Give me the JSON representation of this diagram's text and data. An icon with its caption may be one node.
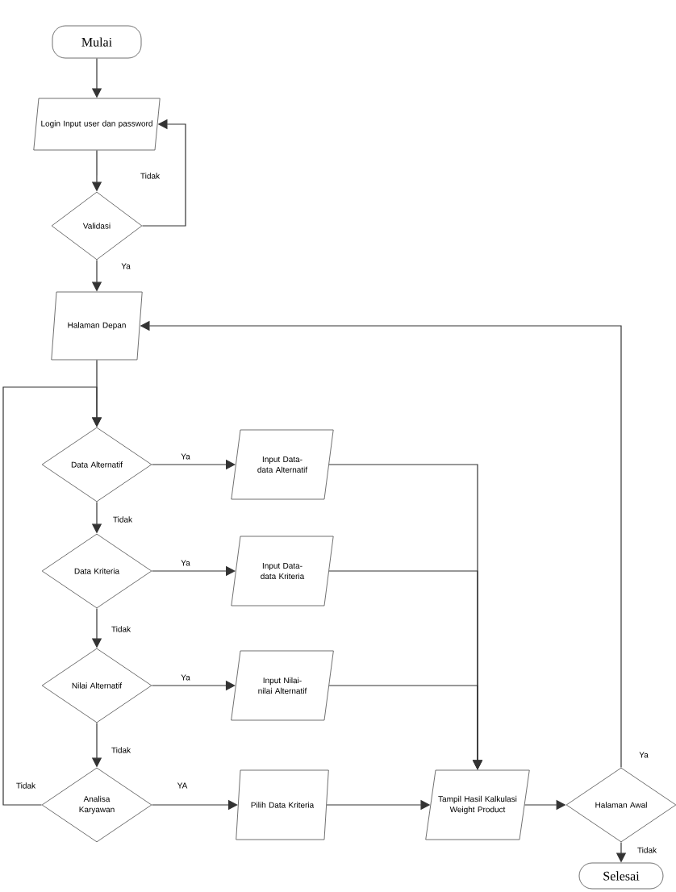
{
  "diagram": {
    "nodes": [
      {
        "text": [
          "Mulai"
        ]
      },
      {
        "text": [
          "Login Input user dan password"
        ]
      },
      {
        "text": [
          "Validasi"
        ]
      },
      {
        "text": [
          "Halaman Depan"
        ]
      },
      {
        "text": [
          "Data Alternatif"
        ]
      },
      {
        "text": [
          "Input Data-data Alternatif"
        ]
      },
      {
        "text": [
          "Data Kriteria"
        ]
      },
      {
        "text": [
          "Input Data-data Kriteria"
        ]
      },
      {
        "text": [
          "Nilai Alternatif"
        ]
      },
      {
        "text": [
          "Input Nilai-nilai Alternatif"
        ]
      },
      {
        "text": [
          "Analisa Karyawan"
        ]
      },
      {
        "text": [
          "Pilih Data Kriteria"
        ]
      },
      {
        "text": [
          "Tampil Hasil Kalkulasi Weight Product"
        ]
      },
      {
        "text": [
          "Halaman Awal"
        ]
      },
      {
        "text": [
          "Selesai"
        ]
      }
    ],
    "edges": [
      {
        "from": 0,
        "to": 1,
        "arrow": "to"
      },
      {
        "from": 1,
        "to": 2,
        "arrow": "to"
      },
      {
        "from": 2,
        "to": 1,
        "arrow": "to",
        "label": "Tidak"
      },
      {
        "from": 2,
        "to": 3,
        "arrow": "to",
        "label": "Ya"
      },
      {
        "from": 3,
        "to": 4,
        "arrow": "to"
      },
      {
        "from": 4,
        "to": 5,
        "arrow": "to",
        "label": "Ya"
      },
      {
        "from": 4,
        "to": 6,
        "arrow": "to",
        "label": "Tidak"
      },
      {
        "from": 6,
        "to": 7,
        "arrow": "to",
        "label": "Ya"
      },
      {
        "from": 6,
        "to": 8,
        "arrow": "to",
        "label": "Tidak"
      },
      {
        "from": 8,
        "to": 9,
        "arrow": "to",
        "label": "Ya"
      },
      {
        "from": 8,
        "to": 10,
        "arrow": "to",
        "label": "Tidak"
      },
      {
        "from": 10,
        "to": 11,
        "arrow": "to",
        "label": "YA"
      },
      {
        "from": 10,
        "to": 4,
        "arrow": "to",
        "label": "Tidak"
      },
      {
        "from": 5,
        "to": 12,
        "arrow": "to"
      },
      {
        "from": 7,
        "to": 12,
        "arrow": "to"
      },
      {
        "from": 9,
        "to": 12,
        "arrow": "to"
      },
      {
        "from": 11,
        "to": 12,
        "arrow": "to"
      },
      {
        "from": 12,
        "to": 13,
        "arrow": "to"
      },
      {
        "from": 13,
        "to": 3,
        "arrow": "to",
        "label": "Ya"
      },
      {
        "from": 13,
        "to": 14,
        "arrow": "to",
        "label": "Tidak"
      }
    ]
  }
}
